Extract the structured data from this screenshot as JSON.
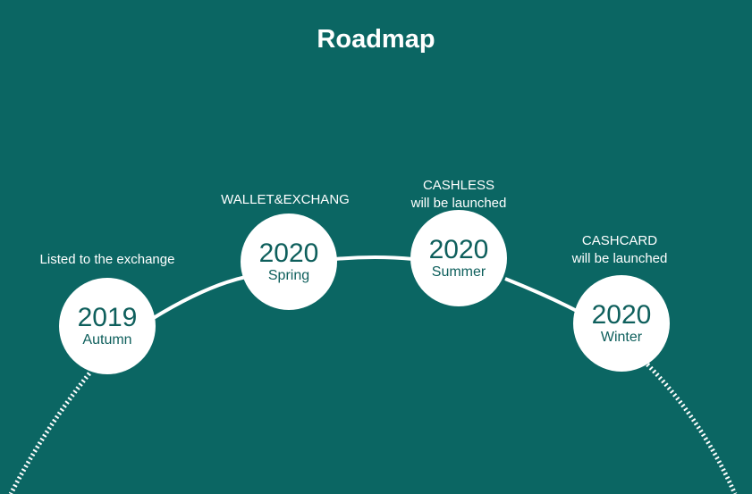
{
  "title": "Roadmap",
  "milestones": [
    {
      "year": "2019",
      "season": "Autumn",
      "caption": "Listed to the exchange"
    },
    {
      "year": "2020",
      "season": "Spring",
      "caption": "WALLET&EXCHANG"
    },
    {
      "year": "2020",
      "season": "Summer",
      "caption": "CASHLESS\nwill be launched"
    },
    {
      "year": "2020",
      "season": "Winter",
      "caption": "CASHCARD\nwill be launched"
    }
  ],
  "colors": {
    "background": "#0b6663",
    "accent_text": "#0e5f5c",
    "line": "#ffffff"
  }
}
